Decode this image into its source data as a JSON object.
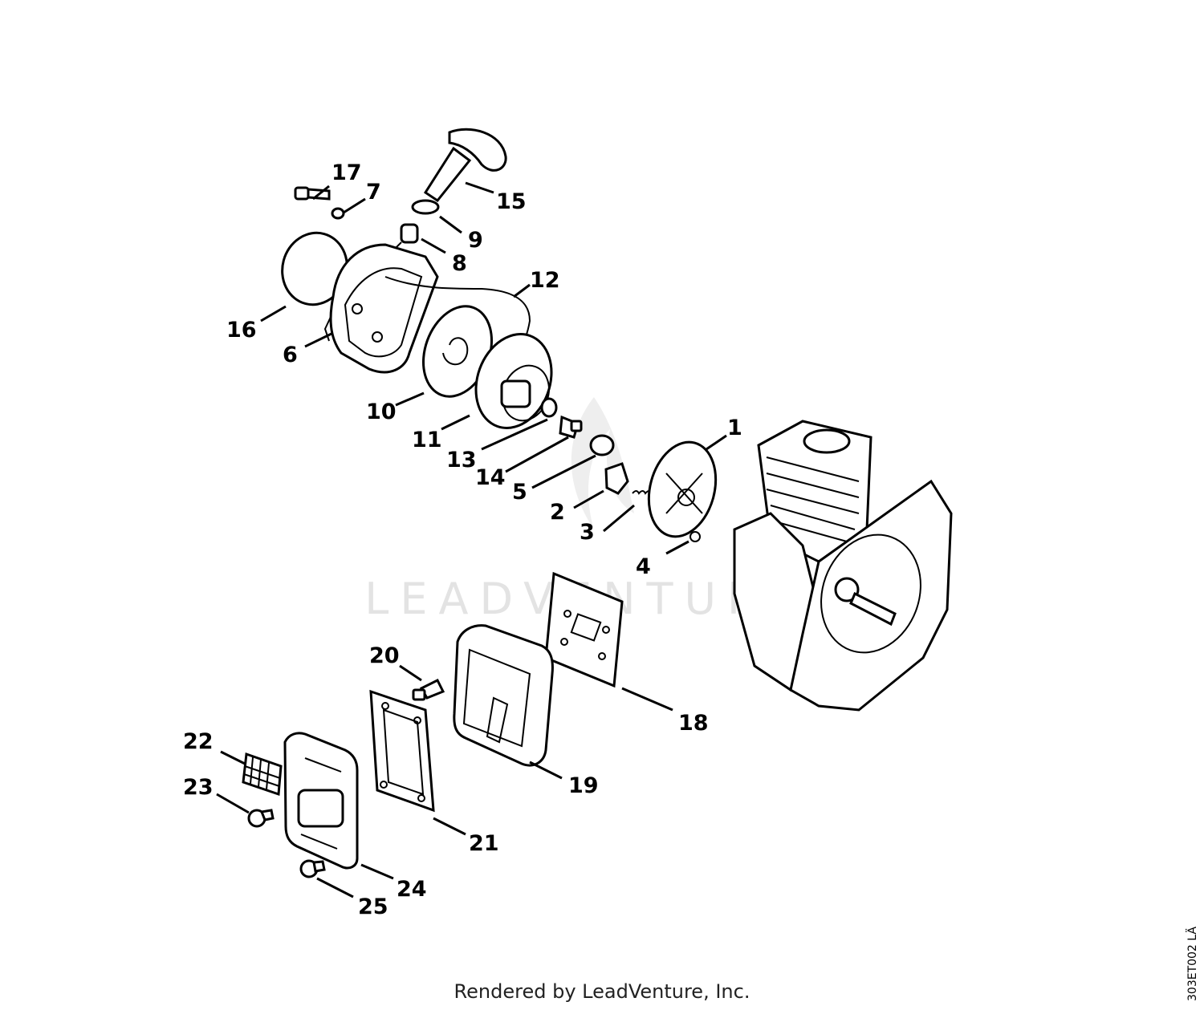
{
  "watermark": "LEADVENTURE",
  "footer": "Rendered by LeadVenture, Inc.",
  "drawing_code": "303ET002 LÄ",
  "callouts": [
    "1",
    "2",
    "3",
    "4",
    "5",
    "6",
    "7",
    "8",
    "9",
    "10",
    "11",
    "12",
    "13",
    "14",
    "15",
    "16",
    "17",
    "18",
    "19",
    "20",
    "21",
    "22",
    "23",
    "24",
    "25"
  ]
}
